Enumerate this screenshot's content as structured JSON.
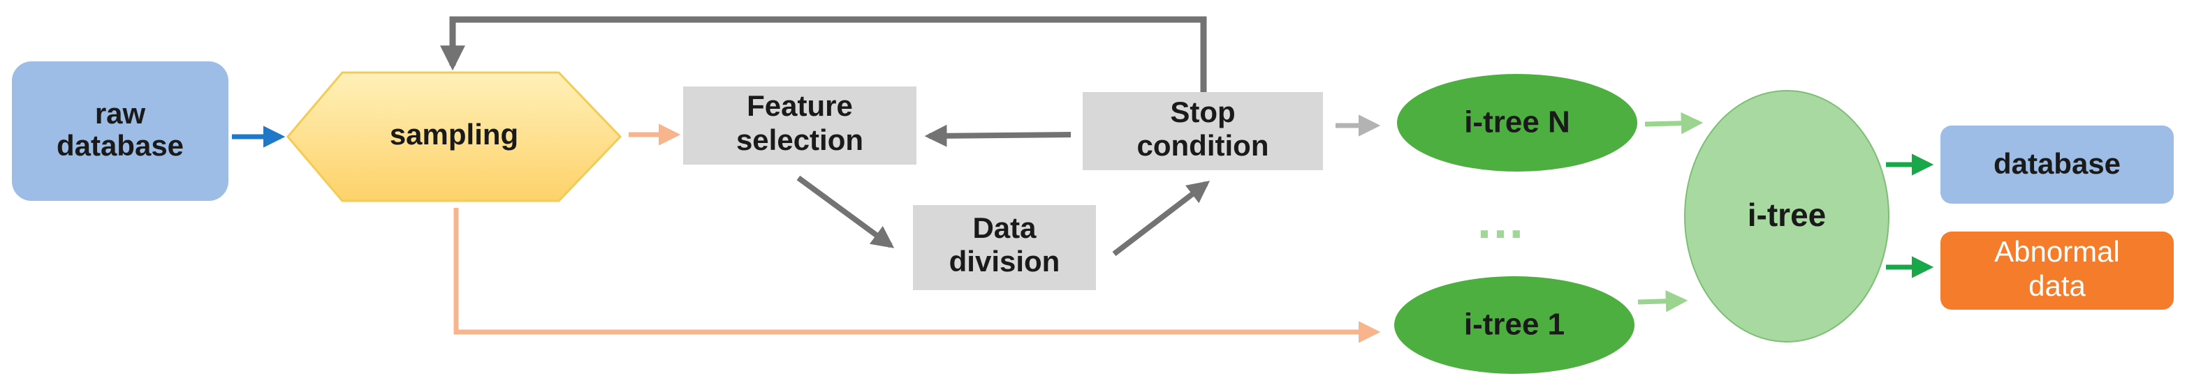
{
  "nodes": {
    "raw_database": {
      "lines": [
        "raw",
        "database"
      ],
      "fill": "#9dbde6"
    },
    "sampling": {
      "lines": [
        "sampling"
      ],
      "fill_top": "#fff0b8",
      "fill_bottom": "#fdd26a",
      "stroke": "#f2cc55"
    },
    "feature_selection": {
      "lines": [
        "Feature",
        "selection"
      ],
      "fill": "#d8d8d8"
    },
    "stop_condition": {
      "lines": [
        "Stop",
        "condition"
      ],
      "fill": "#d8d8d8"
    },
    "data_division": {
      "lines": [
        "Data",
        "division"
      ],
      "fill": "#d8d8d8"
    },
    "itree_n": {
      "lines": [
        "i-tree N"
      ],
      "fill": "#4caf3f"
    },
    "ellipsis": {
      "text": "…",
      "color": "#a3d49a"
    },
    "itree_1": {
      "lines": [
        "i-tree 1"
      ],
      "fill": "#4caf3f"
    },
    "itree": {
      "lines": [
        "i-tree"
      ],
      "fill": "#a8d9a1",
      "stroke": "#7cbf74"
    },
    "database": {
      "lines": [
        "database"
      ],
      "fill": "#9dbde6"
    },
    "abnormal_data": {
      "lines": [
        "Abnormal",
        "data"
      ],
      "fill": "#f47c2a",
      "text_color": "#ffffff"
    }
  },
  "colors": {
    "blue_arrow": "#1f78c8",
    "orange_arrow": "#f8b58d",
    "gray_arrow": "#737373",
    "light_gray_arrow": "#b3b3b3",
    "light_green_arrow": "#9bd48f",
    "green_arrow": "#18a84a",
    "dark_text": "#1a1a1a"
  }
}
